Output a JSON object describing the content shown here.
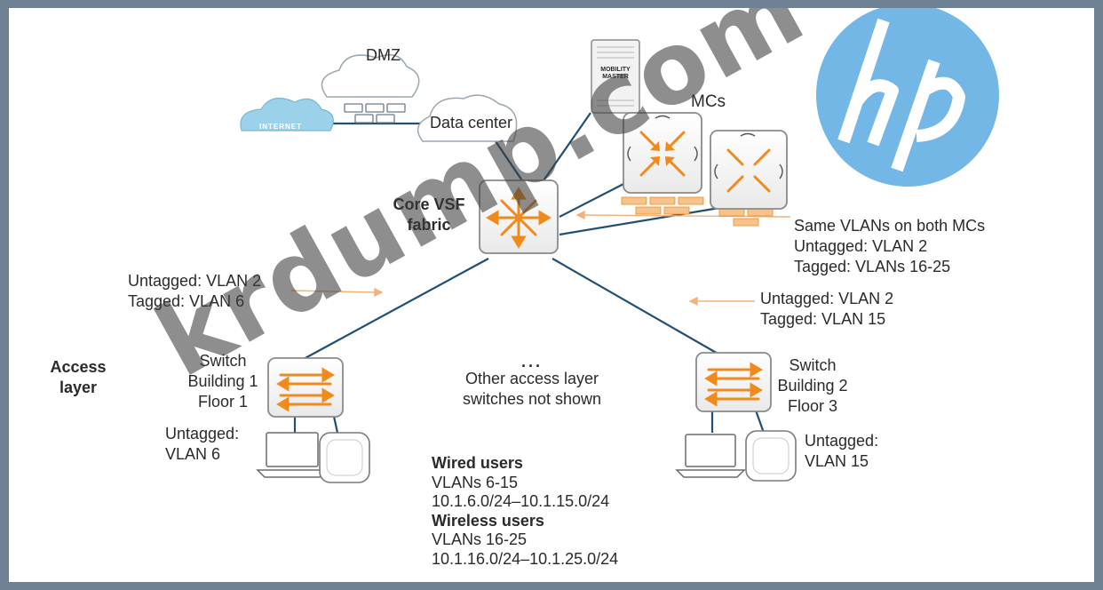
{
  "clouds": {
    "dmz": "DMZ",
    "internet": "INTERNET",
    "data_center": "Data center"
  },
  "mobility_master": {
    "line1": "MOBILITY",
    "line2": "MASTER"
  },
  "mcs": {
    "title": "MCs"
  },
  "core": {
    "line1": "Core VSF",
    "line2": "fabric"
  },
  "mc_vlans": {
    "line1": "Same VLANs on both MCs",
    "line2": "Untagged: VLAN 2",
    "line3": "Tagged: VLANs 16-25"
  },
  "left_link": {
    "line1": "Untagged: VLAN 2",
    "line2": "Tagged: VLAN 6"
  },
  "right_link": {
    "line1": "Untagged: VLAN 2",
    "line2": "Tagged: VLAN 15"
  },
  "access": {
    "line1": "Access",
    "line2": "layer"
  },
  "switch1": {
    "line1": "Switch",
    "line2": "Building 1",
    "line3": "Floor 1"
  },
  "switch1_ports": {
    "line1": "Untagged:",
    "line2": "VLAN 6"
  },
  "others": {
    "dots": "...",
    "line1": "Other access layer",
    "line2": "switches not shown"
  },
  "switch2": {
    "line1": "Switch",
    "line2": "Building 2",
    "line3": "Floor 3"
  },
  "switch2_ports": {
    "line1": "Untagged:",
    "line2": "VLAN 15"
  },
  "users": {
    "wired_title": "Wired users",
    "wired_vlans": "VLANs 6-15",
    "wired_subnets": "10.1.6.0/24–10.1.15.0/24",
    "wireless_title": "Wireless users",
    "wireless_vlans": "VLANs 16-25",
    "wireless_subnets": "10.1.16.0/24–10.1.25.0/24"
  },
  "watermark": {
    "text": "krdump.com",
    "logo": "hp"
  },
  "colors": {
    "orange": "#f08a1c",
    "line": "#1f4f74",
    "hp_blue": "#1d8ad6",
    "box_border": "#8a8a8a"
  }
}
